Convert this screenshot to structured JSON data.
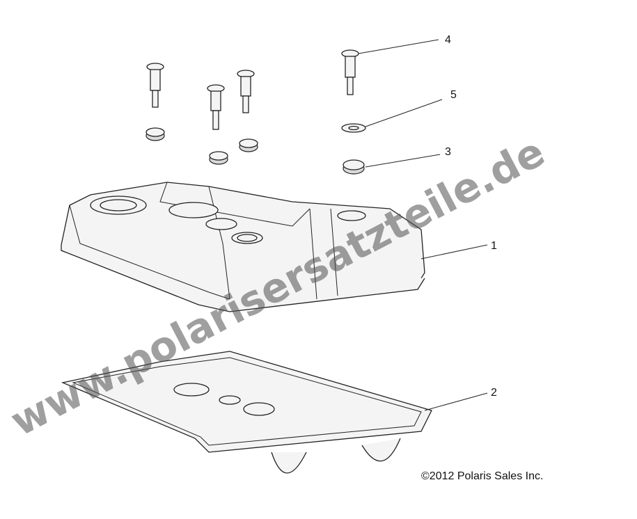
{
  "diagram": {
    "callouts": [
      "1",
      "2",
      "3",
      "4",
      "5"
    ],
    "watermark": "www.polarisersatzteile.de",
    "copyright": "©2012 Polaris Sales Inc."
  }
}
